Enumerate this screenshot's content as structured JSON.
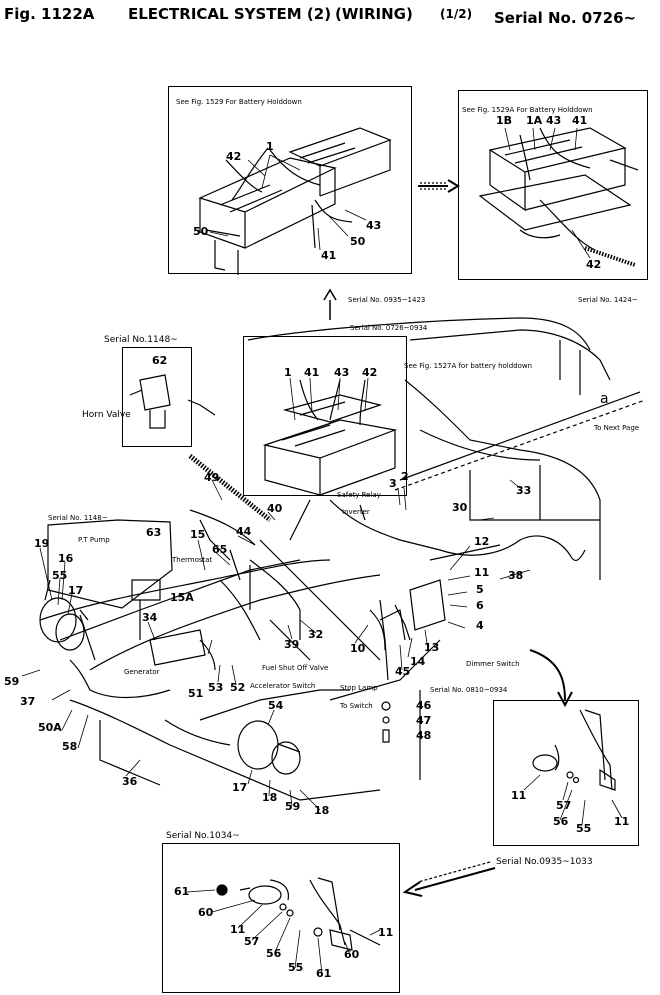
{
  "header": {
    "fig": "Fig. 1122A",
    "title": "ELECTRICAL SYSTEM (2)",
    "wiring": "(WIRING)",
    "sheet": "(1/2)",
    "serial": "Serial No. 0726~"
  },
  "top_left_box": {
    "note_en": "See Fig. 1529 For Battery Holddown"
  },
  "top_right_box": {
    "note_en": "See Fig. 1529A For Battery Holddown"
  },
  "serials": {
    "s0935_1423": "Serial No. 0935~1423",
    "s1424": "Serial No. 1424~",
    "s0726_0934": "Serial No. 0726~0934",
    "s1148a": "Serial No.1148~",
    "s1148b": "Serial No. 1148~",
    "s0810_0934": "Serial No. 0810~0934",
    "s1034": "Serial No.1034~",
    "s0935_1033": "Serial No.0935~1033"
  },
  "labels": {
    "battery_note": "See Fig. 1527A for battery holddown",
    "safety_relay": "Safety Relay",
    "inverter": "Inverter",
    "horn_valve": "Horn Valve",
    "pt_pump": "P.T Pump",
    "thermostat": "Thermostat",
    "generator": "Generator",
    "fuel_shut_off": "Fuel Shut Off Valve",
    "accelerator_switch": "Accelerator Switch",
    "stop_lamp": "Stop Lamp",
    "to_switch": "To Switch",
    "dimmer_switch": "Dimmer Switch",
    "to_next_page": "To Next Page",
    "a_marker": "a"
  },
  "callouts": {
    "n1": "1",
    "n42a": "42",
    "n50a": "50",
    "n50b": "50",
    "n41a": "41",
    "n43a": "43",
    "n1B": "1B",
    "n1A": "1A",
    "n43b": "43",
    "n41b": "41",
    "n42b": "42",
    "n62": "62",
    "n1c": "1",
    "n41c": "41",
    "n43c": "43",
    "n42c": "42",
    "n3": "3",
    "n2": "2",
    "n49": "49",
    "n40": "40",
    "n44": "44",
    "n30": "30",
    "n33": "33",
    "n19": "19",
    "n16": "16",
    "n55a": "55",
    "n17a": "17",
    "n63": "63",
    "n15": "15",
    "n65": "65",
    "n15A": "15A",
    "n12": "12",
    "n11a": "11",
    "n5": "5",
    "n6": "6",
    "n4": "4",
    "n38": "38",
    "n34": "34",
    "n39": "39",
    "n32": "32",
    "n10": "10",
    "n13": "13",
    "n14": "14",
    "n45": "45",
    "n59a": "59",
    "n37": "37",
    "n51": "51",
    "n53": "53",
    "n52": "52",
    "n50A": "50A",
    "n46": "46",
    "n47": "47",
    "n48": "48",
    "n58": "58",
    "n54": "54",
    "n36": "36",
    "n17b": "17",
    "n18a": "18",
    "n59b": "59",
    "n18b": "18",
    "n11b": "11",
    "n57a": "57",
    "n56a": "56",
    "n55b": "55",
    "n11c": "11",
    "n61a": "61",
    "n60a": "60",
    "n11d": "11",
    "n57b": "57",
    "n56b": "56",
    "n55c": "55",
    "n61b": "61",
    "n60b": "60",
    "n11e": "11"
  },
  "colors": {
    "ink": "#000000",
    "paper": "#ffffff"
  }
}
